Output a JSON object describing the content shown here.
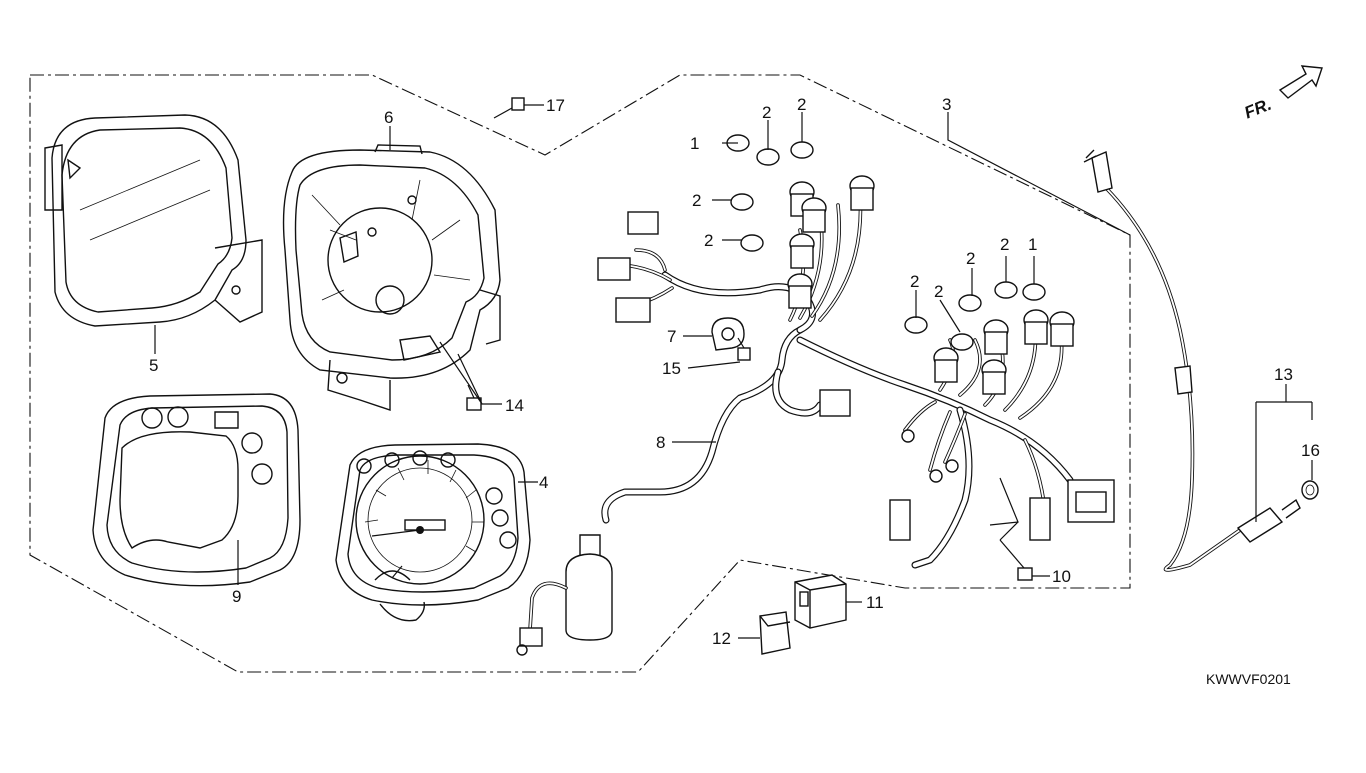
{
  "diagram": {
    "code": "KWWVF0201",
    "front_label": "FR.",
    "callouts": [
      {
        "id": "c1a",
        "text": "1"
      },
      {
        "id": "c1b",
        "text": "1"
      },
      {
        "id": "c2a",
        "text": "2"
      },
      {
        "id": "c2b",
        "text": "2"
      },
      {
        "id": "c2c",
        "text": "2"
      },
      {
        "id": "c2d",
        "text": "2"
      },
      {
        "id": "c2e",
        "text": "2"
      },
      {
        "id": "c2f",
        "text": "2"
      },
      {
        "id": "c2g",
        "text": "2"
      },
      {
        "id": "c2h",
        "text": "2"
      },
      {
        "id": "c3",
        "text": "3"
      },
      {
        "id": "c4",
        "text": "4"
      },
      {
        "id": "c5",
        "text": "5"
      },
      {
        "id": "c6",
        "text": "6"
      },
      {
        "id": "c7",
        "text": "7"
      },
      {
        "id": "c8",
        "text": "8"
      },
      {
        "id": "c9",
        "text": "9"
      },
      {
        "id": "c10",
        "text": "10"
      },
      {
        "id": "c11",
        "text": "11"
      },
      {
        "id": "c12",
        "text": "12"
      },
      {
        "id": "c13",
        "text": "13"
      },
      {
        "id": "c14",
        "text": "14"
      },
      {
        "id": "c15",
        "text": "15"
      },
      {
        "id": "c16",
        "text": "16"
      },
      {
        "id": "c17",
        "text": "17"
      }
    ]
  }
}
